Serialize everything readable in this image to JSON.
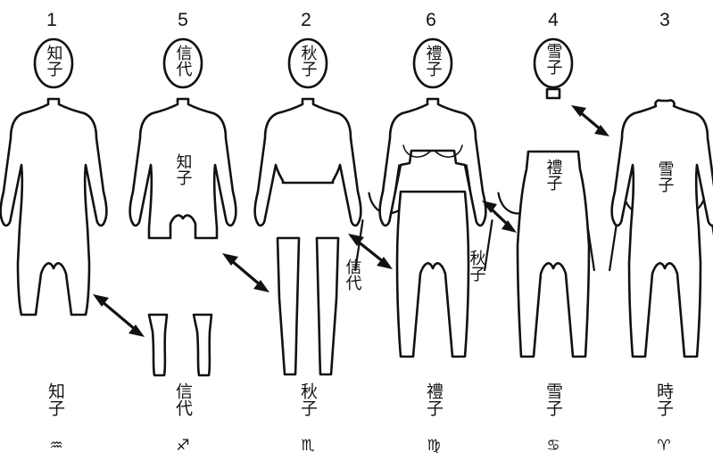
{
  "figures": [
    {
      "number": "1",
      "head_name": "知子",
      "name": "知子",
      "symbol": "♒"
    },
    {
      "number": "5",
      "head_name": "信代",
      "body_name": "知子",
      "name": "信代",
      "symbol": "♐"
    },
    {
      "number": "2",
      "head_name": "秋子",
      "leg_name": "信代",
      "name": "秋子",
      "symbol": "♏"
    },
    {
      "number": "6",
      "head_name": "禮子",
      "leg_name": "秋子",
      "name": "禮子",
      "symbol": "♍"
    },
    {
      "number": "4",
      "head_name": "雪子",
      "body_name": "禮子",
      "name": "雪子",
      "symbol": "♋"
    },
    {
      "number": "3",
      "body_name": "雪子",
      "name": "時子",
      "symbol": "♈"
    }
  ]
}
